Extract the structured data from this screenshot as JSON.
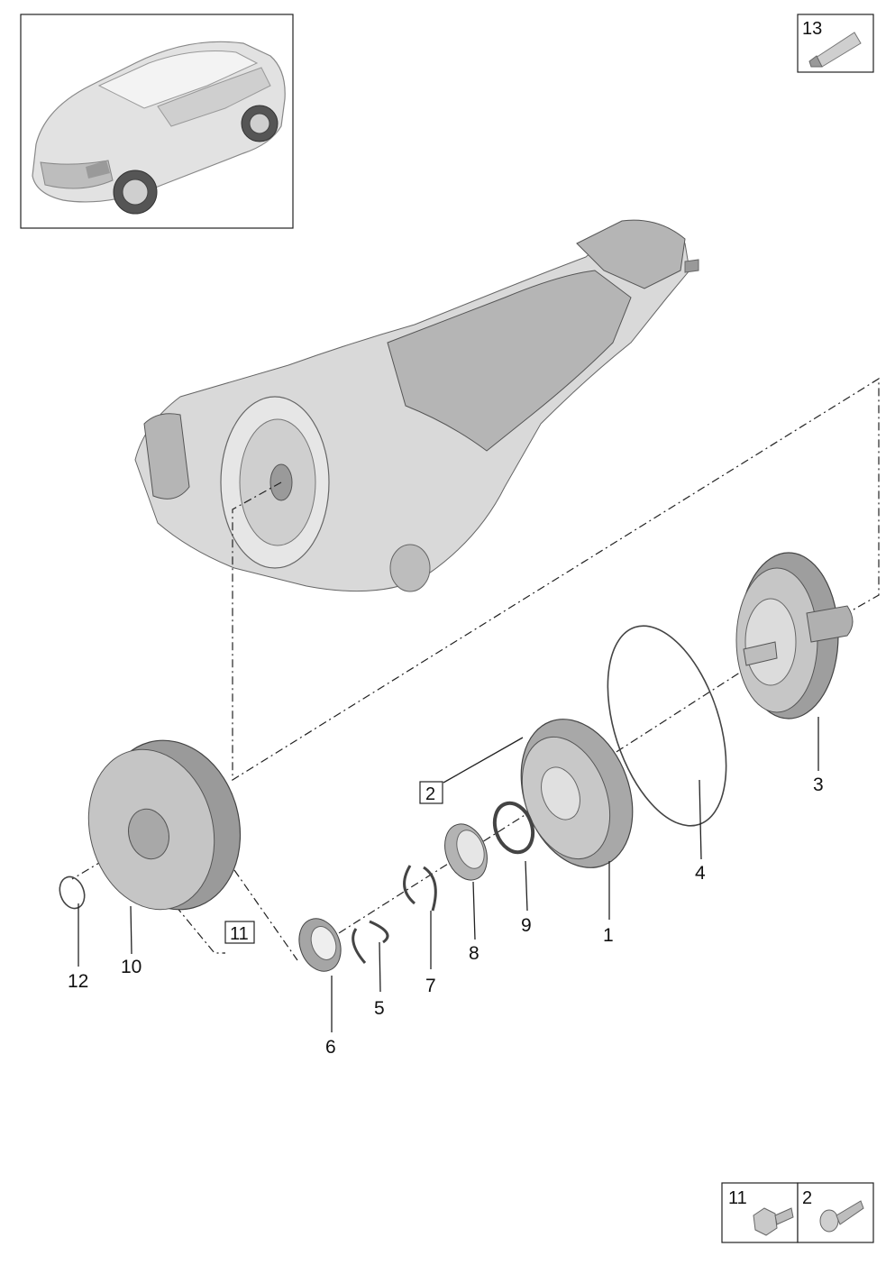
{
  "callouts": {
    "c1": "1",
    "c2": "2",
    "c3": "3",
    "c4": "4",
    "c5": "5",
    "c6": "6",
    "c7": "7",
    "c8": "8",
    "c9": "9",
    "c10": "10",
    "c11": "11",
    "c12": "12",
    "c13": "13"
  },
  "ref_boxes": {
    "box2": "2",
    "box11": "11"
  },
  "legend": {
    "bolt11": "11",
    "bolt2": "2"
  },
  "colors": {
    "line": "#222222",
    "part_dark": "#8c8c8c",
    "part_mid": "#b5b5b5",
    "part_light": "#d9d9d9"
  }
}
